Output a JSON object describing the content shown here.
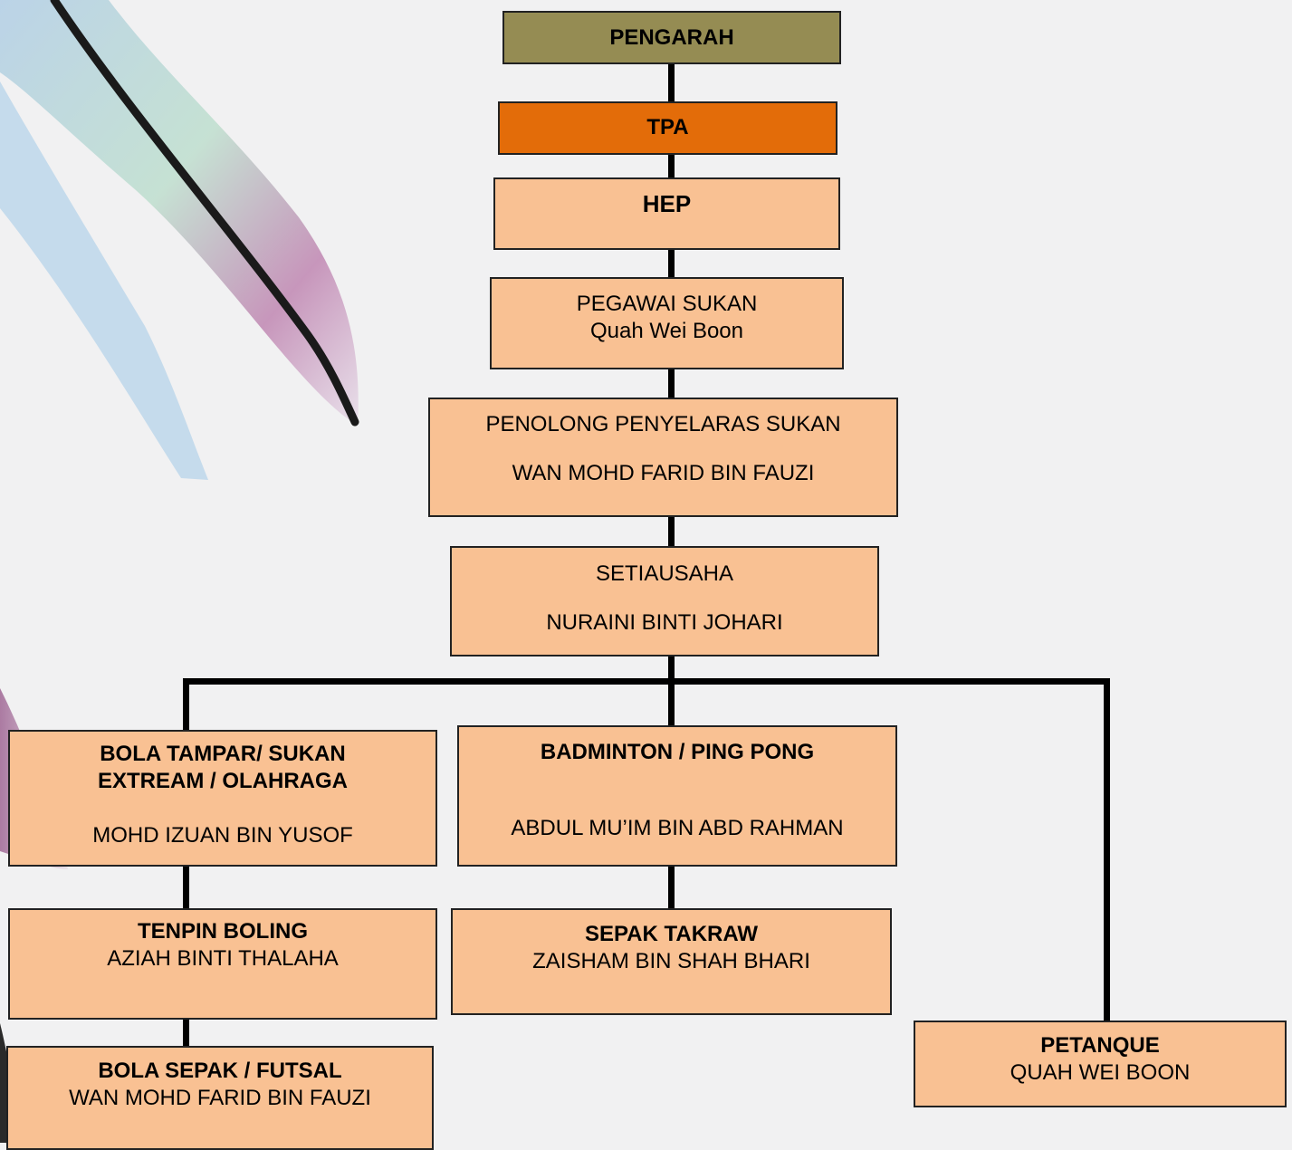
{
  "colors": {
    "director": "#958c53",
    "tpa": "#e36c09",
    "unit": "#f9c193",
    "border": "#222222",
    "connector": "#000000"
  },
  "nodes": {
    "pengarah": {
      "title": "PENGARAH"
    },
    "tpa": {
      "title": "TPA"
    },
    "hep": {
      "title": "HEP"
    },
    "pegawai_sukan": {
      "title": "PEGAWAI SUKAN",
      "name": "Quah Wei Boon"
    },
    "penolong": {
      "title": "PENOLONG PENYELARAS SUKAN",
      "name": "WAN MOHD FARID BIN FAUZI"
    },
    "setiausaha": {
      "title": "SETIAUSAHA",
      "name": "NURAINI BINTI JOHARI"
    },
    "bola_tampar": {
      "title_line1": "BOLA TAMPAR/ SUKAN",
      "title_line2": "EXTREAM / OLAHRAGA",
      "name": "MOHD IZUAN BIN YUSOF"
    },
    "badminton": {
      "title": "BADMINTON / PING PONG",
      "name": "ABDUL MU’IM BIN ABD RAHMAN"
    },
    "tenpin": {
      "title": "TENPIN BOLING",
      "name": "AZIAH BINTI THALAHA"
    },
    "sepak_takraw": {
      "title": "SEPAK TAKRAW",
      "name": "ZAISHAM BIN SHAH BHARI"
    },
    "bola_sepak": {
      "title": "BOLA SEPAK / FUTSAL",
      "name": "WAN MOHD FARID BIN FAUZI"
    },
    "petanque": {
      "title": "PETANQUE",
      "name": "QUAH WEI BOON"
    }
  }
}
